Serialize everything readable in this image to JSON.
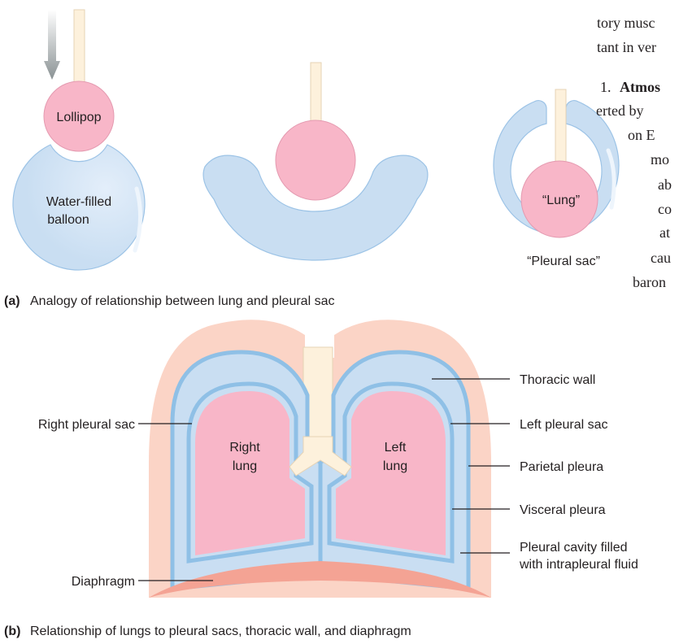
{
  "colors": {
    "lung_pink": "#f8b6c8",
    "sac_blue": "#c9def2",
    "membrane_blue": "#8fc0e6",
    "thoracic_wall": "#fbd4c6",
    "diaphragm": "#f4a394",
    "stick": "#fdf1dc",
    "arrow_gray": "#8a9294"
  },
  "panel_a": {
    "lollipop_label": "Lollipop",
    "balloon_label_line1": "Water-filled",
    "balloon_label_line2": "balloon",
    "lung_label": "“Lung”",
    "pleural_sac_label": "“Pleural sac”",
    "caption_tag": "(a)",
    "caption_text": "Analogy of relationship between lung and pleural sac"
  },
  "panel_b": {
    "right_lung_line1": "Right",
    "right_lung_line2": "lung",
    "left_lung_line1": "Left",
    "left_lung_line2": "lung",
    "label_right_pleural_sac": "Right pleural sac",
    "label_diaphragm": "Diaphragm",
    "label_thoracic_wall": "Thoracic wall",
    "label_left_pleural_sac": "Left pleural sac",
    "label_parietal_pleura": "Parietal pleura",
    "label_visceral_pleura": "Visceral pleura",
    "label_pleural_cavity_line1": "Pleural cavity filled",
    "label_pleural_cavity_line2": "with intrapleural fluid",
    "caption_tag": "(b)",
    "caption_text": "Relationship of lungs to pleural sacs, thoracic wall, and diaphragm"
  },
  "side_text": {
    "line1": "tory musc",
    "line2": "tant in ver",
    "line3_num": "1.",
    "line3_bold": "Atmos",
    "line4": "erted by",
    "line5": "on E",
    "line6": "mo",
    "line7": "ab",
    "line8": "co",
    "line9": "at",
    "line10": "cau",
    "line11": "baron"
  }
}
